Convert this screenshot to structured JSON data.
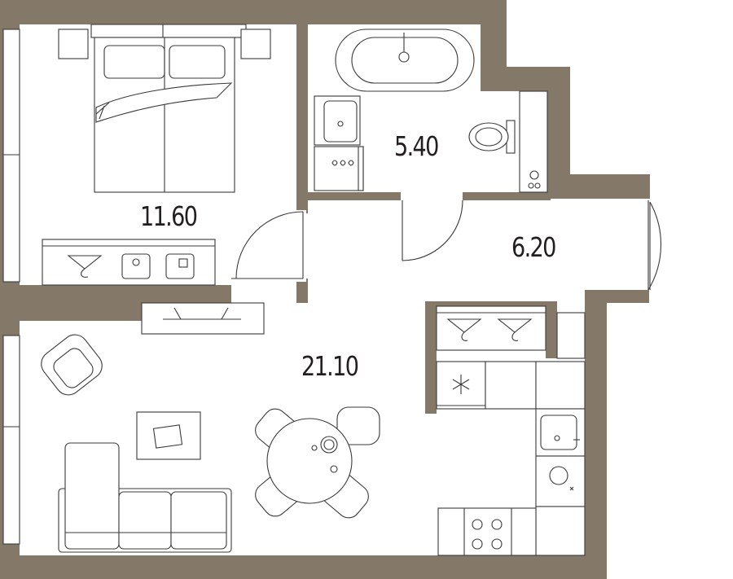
{
  "colors": {
    "wall": "#847868",
    "line": "#3a3a3a",
    "text": "#231f20",
    "background": "#ffffff"
  },
  "rooms": {
    "bedroom": {
      "area": "11.60"
    },
    "bathroom": {
      "area": "5.40"
    },
    "hall": {
      "area": "6.20"
    },
    "living": {
      "area": "21.10"
    }
  },
  "icons": [
    "bed",
    "wardrobe",
    "bathtub",
    "sink",
    "washing-machine",
    "toilet",
    "tv-unit",
    "armchair",
    "coffee-table",
    "sofa",
    "dining-table",
    "chair",
    "fridge",
    "kitchen-sink",
    "dishwasher",
    "stove"
  ]
}
